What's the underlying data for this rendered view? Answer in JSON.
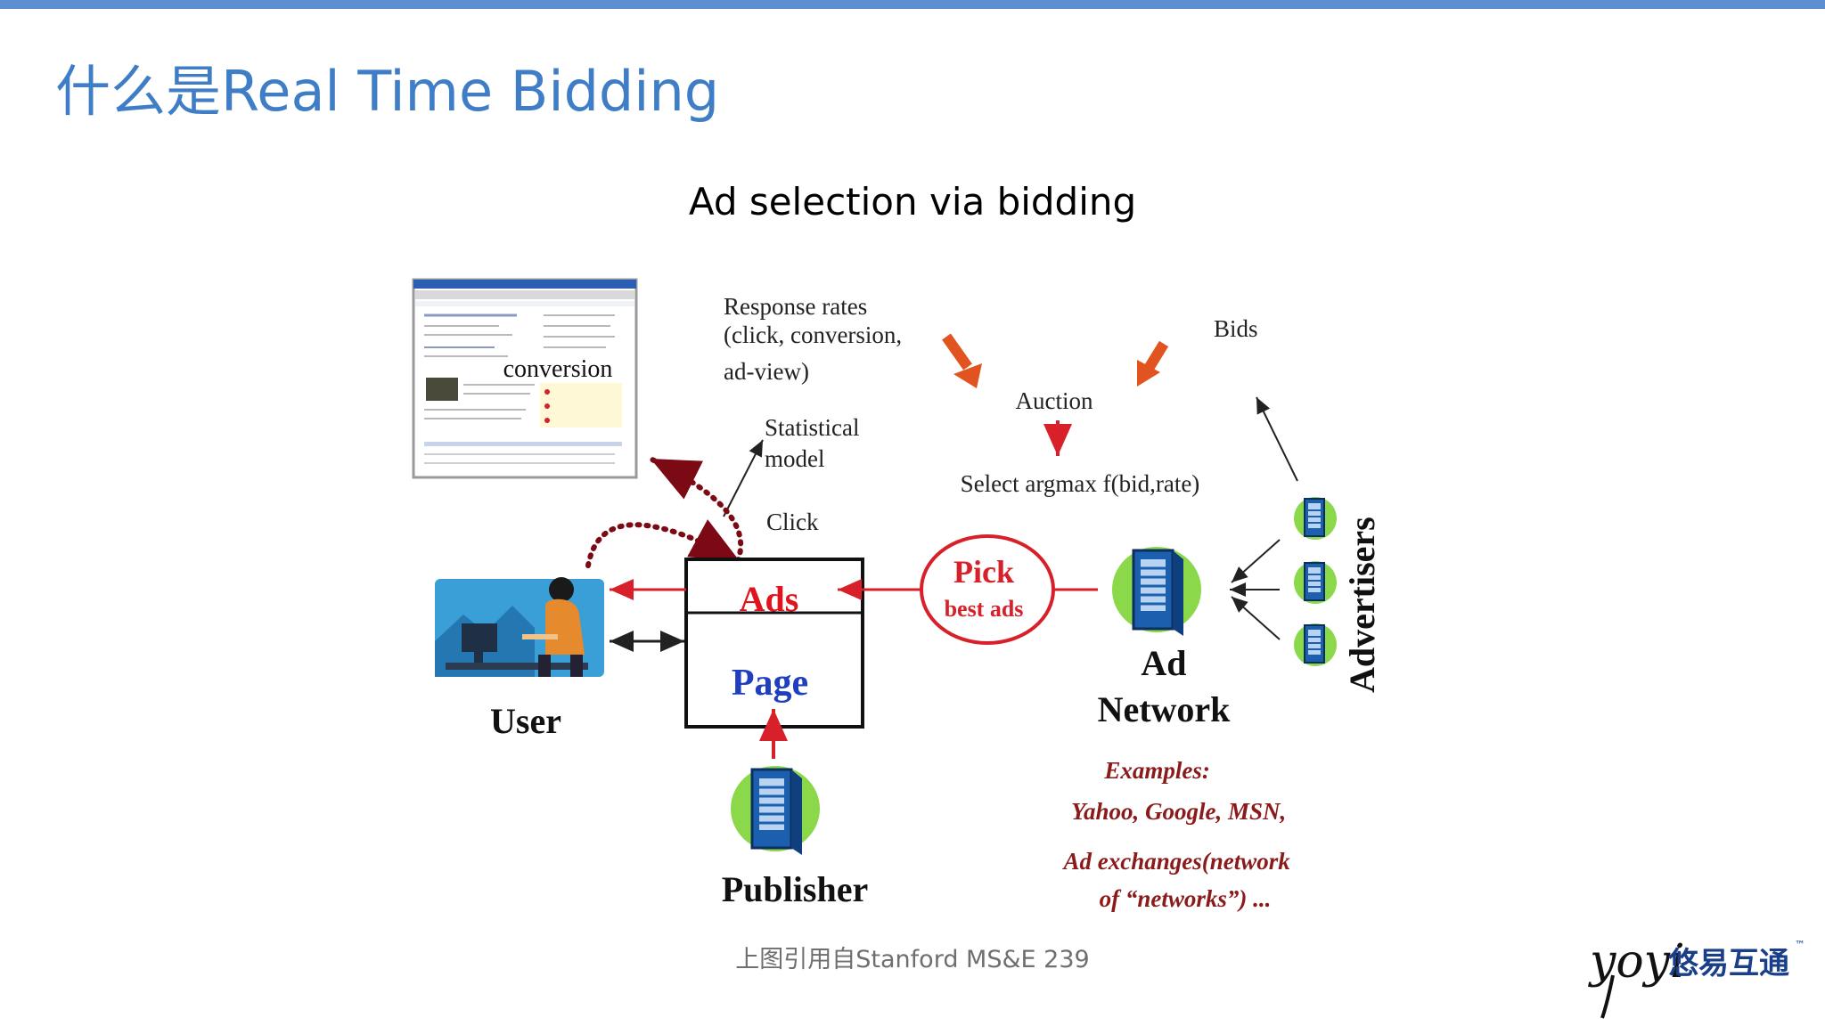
{
  "slide": {
    "title": "什么是Real Time Bidding",
    "subtitle": "Ad selection via bidding",
    "caption": "上图引用自Stanford MS&E 239",
    "accent_color": "#3f7ec6",
    "top_bar_color": "#5b8fd0"
  },
  "diagram": {
    "screenshot_label": "conversion",
    "response_rates_lines": [
      "Response rates",
      "(click, conversion,",
      "ad-view)"
    ],
    "statistical_model_lines": [
      "Statistical",
      "model"
    ],
    "click_label": "Click",
    "auction_label": "Auction",
    "select_label": "Select argmax f(bid,rate)",
    "bids_label": "Bids",
    "ads_label": "Ads",
    "page_label": "Page",
    "user_label": "User",
    "pick_lines": [
      "Pick",
      "best ads"
    ],
    "ad_network_lines": [
      "Ad",
      "Network"
    ],
    "advertisers_label": "Advertisers",
    "publisher_label": "Publisher",
    "examples_lines": [
      "Examples:",
      "Yahoo, Google, MSN,",
      "Ad exchanges(network",
      "of “networks”) ..."
    ],
    "colors": {
      "arrow_red": "#d8202a",
      "arrow_orange": "#e1531f",
      "dotted_dark_red": "#7b0a14",
      "ads_red": "#e0141c",
      "page_blue": "#1f3fbf",
      "examples_red": "#8b1a1a",
      "server_green": "#8bd94a",
      "server_blue": "#1b5fae"
    },
    "icons": [
      "computer-user-illustration",
      "server-icon",
      "browser-screenshot"
    ]
  },
  "logo": {
    "text": "悠易互通",
    "script": "yoyi",
    "tm": "™"
  }
}
